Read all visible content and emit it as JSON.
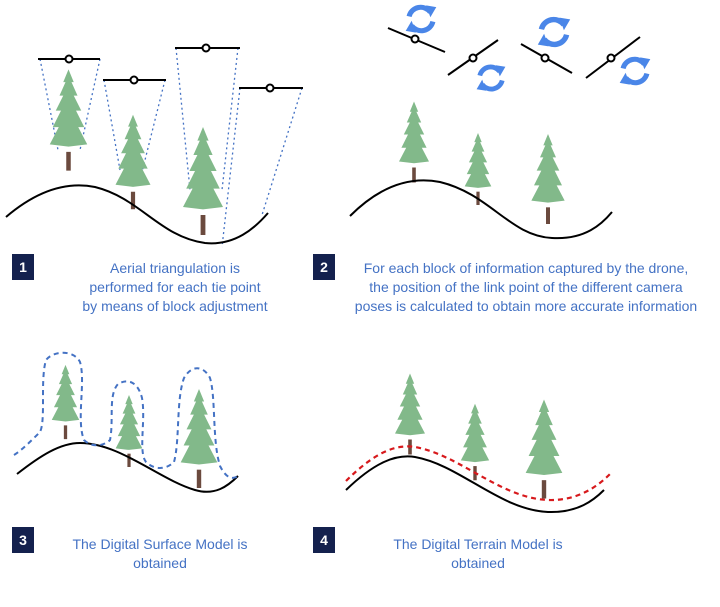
{
  "colors": {
    "badge_bg": "#14214e",
    "badge_fg": "#ffffff",
    "caption_text": "#4472c4",
    "ground_line": "#000000",
    "tree_foliage": "#82b98a",
    "tree_trunk": "#6b4a3e",
    "dotted_projection": "#4472c4",
    "surface_model_line": "#4472c4",
    "terrain_model_line": "#d7191c",
    "rotation_arrow": "#4a86e8"
  },
  "panels": [
    {
      "badge": "1",
      "caption": "Aerial triangulation is\nperformed for each tie point\nby means of block adjustment"
    },
    {
      "badge": "2",
      "caption": "For each block of information captured by the drone,\nthe position of the link point of the different camera\nposes is calculated to obtain more accurate information"
    },
    {
      "badge": "3",
      "caption": "The Digital Surface Model is\nobtained"
    },
    {
      "badge": "4",
      "caption": "The Digital Terrain Model is\nobtained"
    }
  ]
}
